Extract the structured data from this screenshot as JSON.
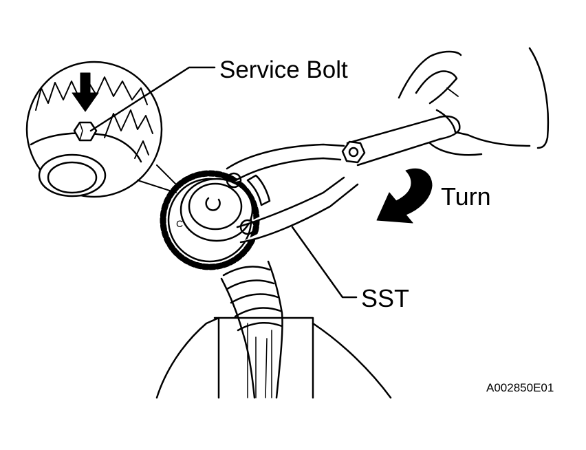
{
  "labels": {
    "service_bolt": "Service Bolt",
    "turn": "Turn",
    "sst": "SST",
    "figure_code": "A002850E01"
  },
  "colors": {
    "ink": "#000000",
    "paper": "#ffffff"
  }
}
